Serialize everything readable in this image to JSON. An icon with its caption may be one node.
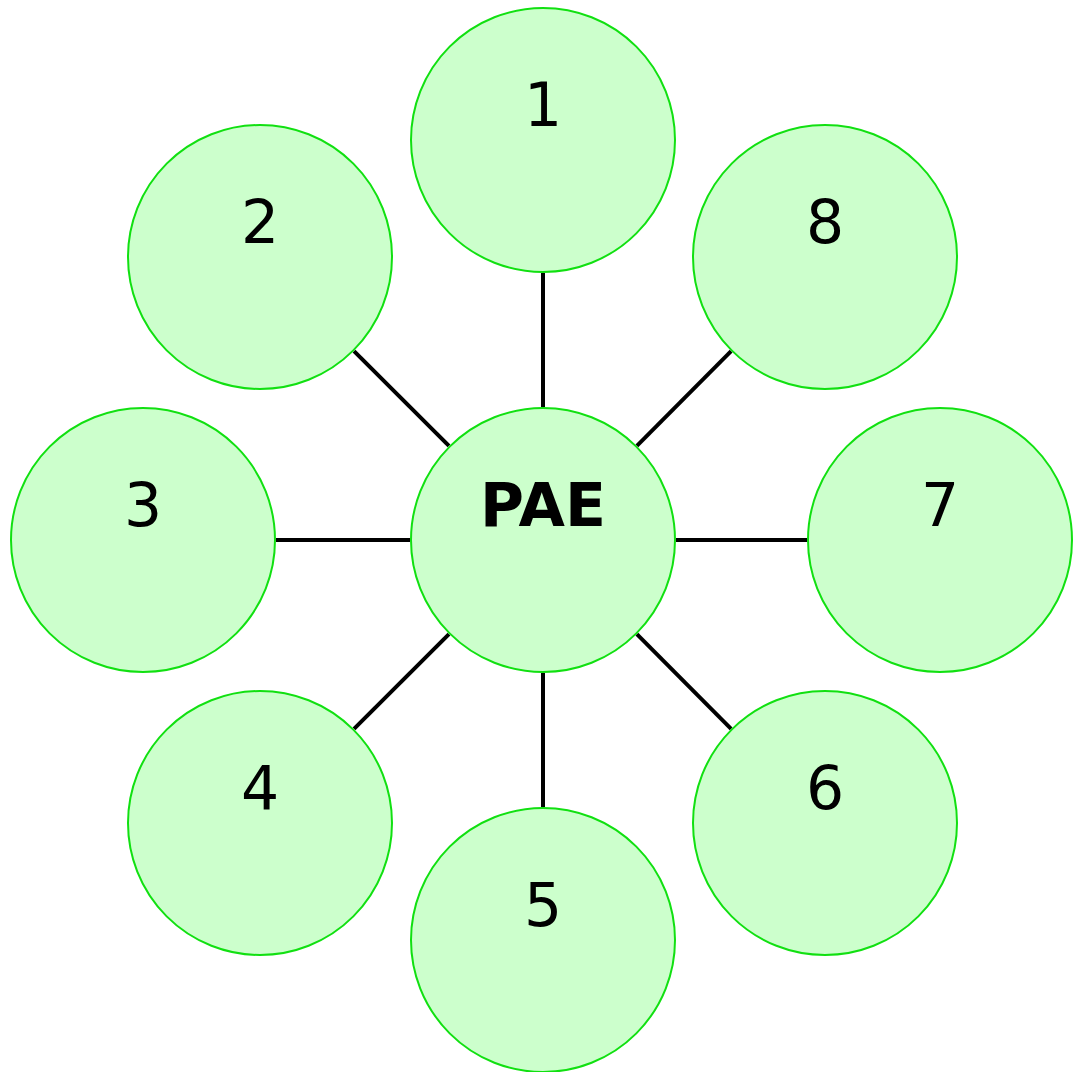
{
  "diagram": {
    "nodes": [
      {
        "text": [
          "PAE"
        ]
      },
      {
        "text": [
          "1"
        ]
      },
      {
        "text": [
          "2"
        ]
      },
      {
        "text": [
          "3"
        ]
      },
      {
        "text": [
          "4"
        ]
      },
      {
        "text": [
          "5"
        ]
      },
      {
        "text": [
          "6"
        ]
      },
      {
        "text": [
          "7"
        ]
      },
      {
        "text": [
          "8"
        ]
      }
    ],
    "edges": [
      {
        "from": 0,
        "to": 1,
        "arrow": "none"
      },
      {
        "from": 0,
        "to": 2,
        "arrow": "none"
      },
      {
        "from": 0,
        "to": 3,
        "arrow": "none"
      },
      {
        "from": 0,
        "to": 4,
        "arrow": "none"
      },
      {
        "from": 0,
        "to": 5,
        "arrow": "none"
      },
      {
        "from": 0,
        "to": 6,
        "arrow": "none"
      },
      {
        "from": 0,
        "to": 7,
        "arrow": "none"
      },
      {
        "from": 0,
        "to": 8,
        "arrow": "none"
      }
    ]
  }
}
